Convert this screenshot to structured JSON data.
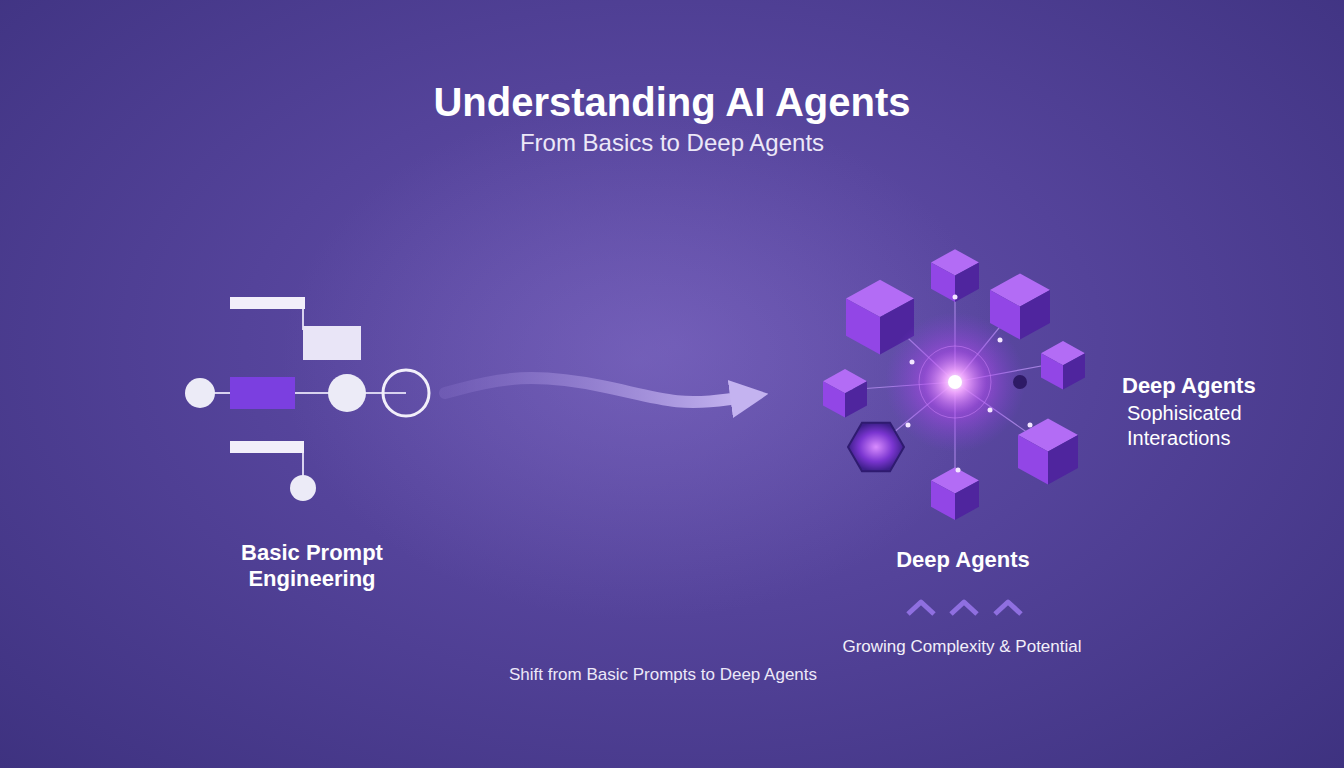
{
  "diagram": {
    "title": "Understanding AI Agents",
    "caption": "Shift from Basic Prompts to Deep Agents",
    "nodes": [
      {
        "text": [
          "Basic Prompt Engineering"
        ]
      },
      {
        "text": [
          "Deep Agents"
        ]
      }
    ],
    "edges": [
      {
        "from": 0,
        "to": 1,
        "arrow": "to"
      }
    ],
    "labels": [
      "From Basics to Deep Agents",
      "Deep Agents",
      "Sophisicated Interactions",
      "Growing Complexity & Potential"
    ]
  }
}
